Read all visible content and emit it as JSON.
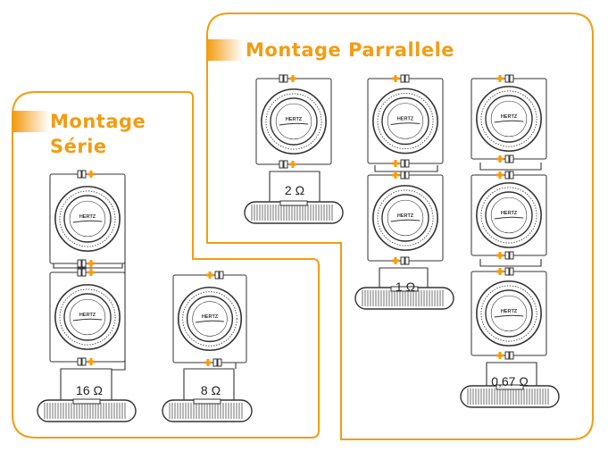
{
  "colors": {
    "accent": "#f39c12",
    "line": "#333333",
    "background": "#ffffff"
  },
  "sections": {
    "parallel": {
      "title": "Montage Parrallele"
    },
    "serie": {
      "title_line1": "Montage",
      "title_line2": "Série"
    }
  },
  "speakers": {
    "brand": "HERTZ",
    "terminal_positive": "+",
    "terminal_negative": "−"
  },
  "configurations": [
    {
      "section": "serie",
      "speakers": 2,
      "impedance": "16 Ω"
    },
    {
      "section": "serie",
      "speakers": 1,
      "impedance": "8 Ω"
    },
    {
      "section": "parallel",
      "speakers": 1,
      "impedance": "2 Ω"
    },
    {
      "section": "parallel",
      "speakers": 2,
      "impedance": "1 Ω"
    },
    {
      "section": "parallel",
      "speakers": 3,
      "impedance": "0,67 Ω"
    }
  ]
}
